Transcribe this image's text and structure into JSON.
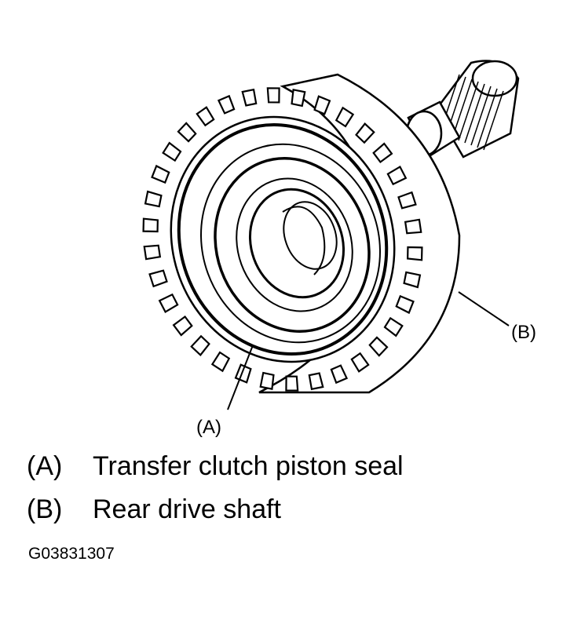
{
  "callouts": {
    "a": "(A)",
    "b": "(B)"
  },
  "legend": [
    {
      "key": "(A)",
      "text": "Transfer clutch piston seal"
    },
    {
      "key": "(B)",
      "text": "Rear drive shaft"
    }
  ],
  "figure_code": "G03831307",
  "colors": {
    "ink": "#000000",
    "background": "#ffffff"
  }
}
